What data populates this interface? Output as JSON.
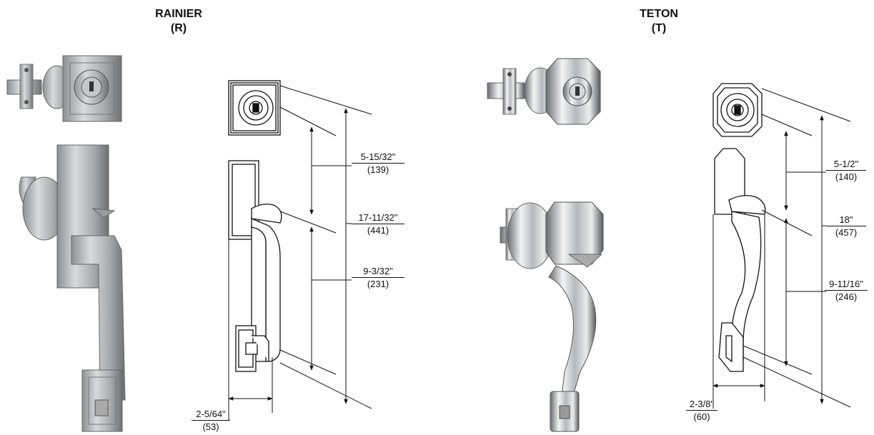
{
  "products": [
    {
      "name": "RAINIER",
      "code": "(R)",
      "dimensions": {
        "top_section": {
          "imperial": "5-15/32\"",
          "metric": "(139)"
        },
        "overall": {
          "imperial": "17-11/32\"",
          "metric": "(441)"
        },
        "handle": {
          "imperial": "9-3/32\"",
          "metric": "(231)"
        },
        "width": {
          "imperial": "2-5/64\"",
          "metric": "(53)"
        }
      }
    },
    {
      "name": "TETON",
      "code": "(T)",
      "dimensions": {
        "top_section": {
          "imperial": "5-1/2\"",
          "metric": "(140)"
        },
        "overall": {
          "imperial": "18\"",
          "metric": "(457)"
        },
        "handle": {
          "imperial": "9-11/16\"",
          "metric": "(246)"
        },
        "width": {
          "imperial": "2-3/8\"",
          "metric": "(60)"
        }
      }
    }
  ]
}
